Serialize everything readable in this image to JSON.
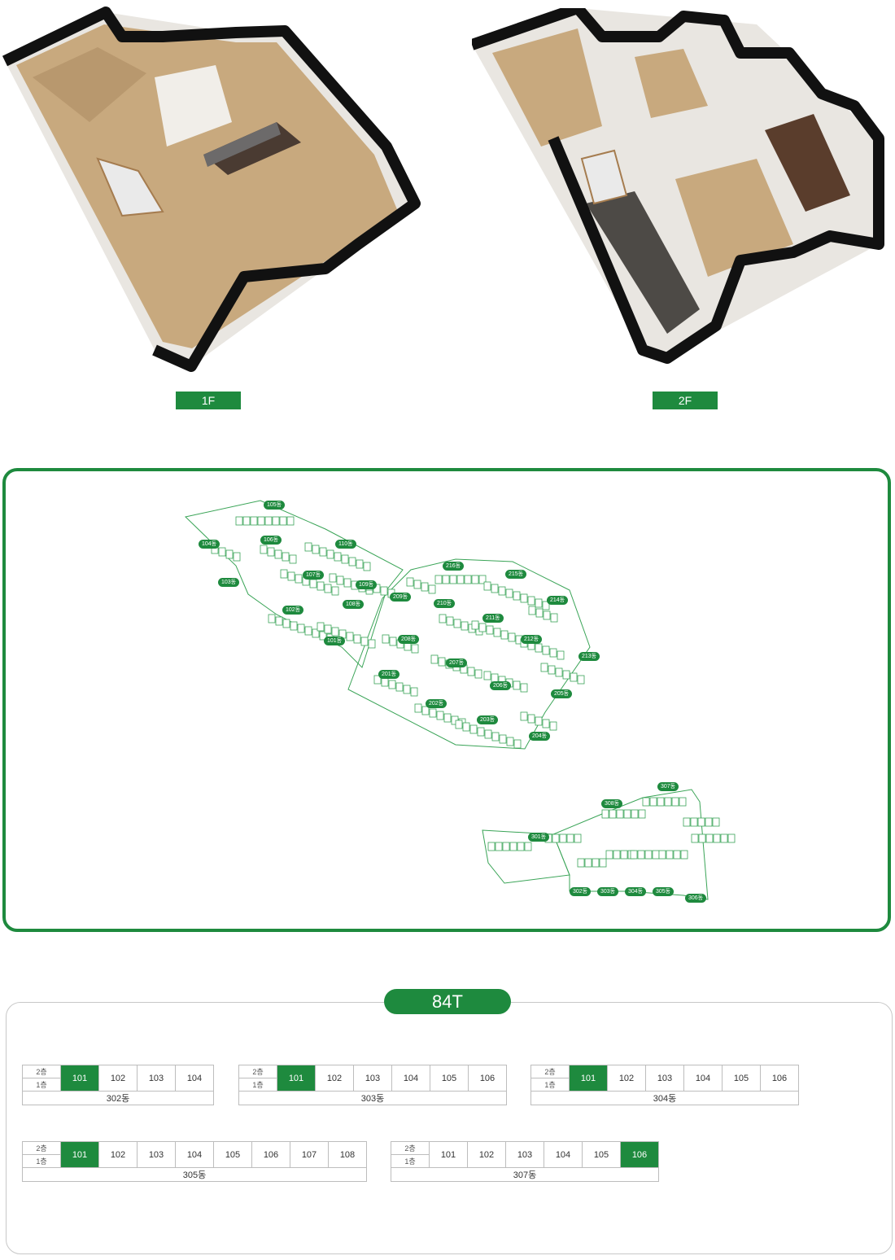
{
  "floors": [
    {
      "label": "1F"
    },
    {
      "label": "2F"
    }
  ],
  "site_map": {
    "buildings_a": [
      "105동",
      "104동",
      "103동",
      "106동",
      "110동",
      "107동",
      "109동",
      "108동",
      "102동",
      "101동",
      "209동",
      "216동",
      "215동",
      "214동",
      "210동",
      "211동",
      "212동",
      "213동",
      "208동",
      "207동",
      "201동",
      "206동",
      "205동",
      "202동",
      "203동",
      "204동"
    ],
    "buildings_b": [
      "307동",
      "308동",
      "301동",
      "302동",
      "303동",
      "304동",
      "305동",
      "306동"
    ]
  },
  "type_label": "84T",
  "floor_labels": {
    "upper": "2층",
    "lower": "1층"
  },
  "tables": [
    {
      "name": "302동",
      "units": [
        "101",
        "102",
        "103",
        "104"
      ],
      "highlight": 0
    },
    {
      "name": "303동",
      "units": [
        "101",
        "102",
        "103",
        "104",
        "105",
        "106"
      ],
      "highlight": 0
    },
    {
      "name": "304동",
      "units": [
        "101",
        "102",
        "103",
        "104",
        "105",
        "106"
      ],
      "highlight": 0
    },
    {
      "name": "305동",
      "units": [
        "101",
        "102",
        "103",
        "104",
        "105",
        "106",
        "107",
        "108"
      ],
      "highlight": 0
    },
    {
      "name": "307동",
      "units": [
        "101",
        "102",
        "103",
        "104",
        "105",
        "106"
      ],
      "highlight": 5
    }
  ],
  "colors": {
    "accent": "#1e8a3e"
  }
}
